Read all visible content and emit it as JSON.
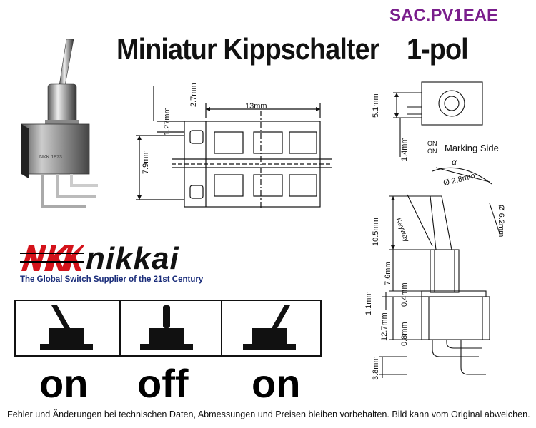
{
  "header": {
    "product_code": "SAC.PV1EAE",
    "title": "Miniatur Kippschalter    1-pol"
  },
  "brand": {
    "logo_mark": "NKK",
    "name": "nikkai",
    "tagline": "The Global Switch Supplier of the 21st Century"
  },
  "switch_states": [
    "on",
    "off",
    "on"
  ],
  "front_dimensions": {
    "width": "13mm",
    "top_offset": "2.7mm",
    "pin_pitch": "1.27mm",
    "height": "7.9mm"
  },
  "side_dimensions": {
    "marking_height": "5.1mm",
    "marking_offset": "1.4mm",
    "marking_side_label": "Marking Side",
    "on_label_1": "ON",
    "on_label_2": "ON",
    "angle_label": "α",
    "lever_tip": "Ø 2.8mm",
    "lever_length": "10.5mm",
    "keyway": "Keyway",
    "bushing_diameter": "Ø 6.2mm",
    "bushing_length": "7.6mm",
    "nut_thickness": "0.4mm",
    "body_offset": "1.1mm",
    "body_height": "12.7mm",
    "terminal_thickness": "0.8mm",
    "terminal_length": "3.8mm"
  },
  "footer": {
    "disclaimer": "Fehler und Änderungen bei technischen Daten, Abmessungen und Preisen bleiben vorbehalten. Bild kann vom Original abweichen."
  }
}
